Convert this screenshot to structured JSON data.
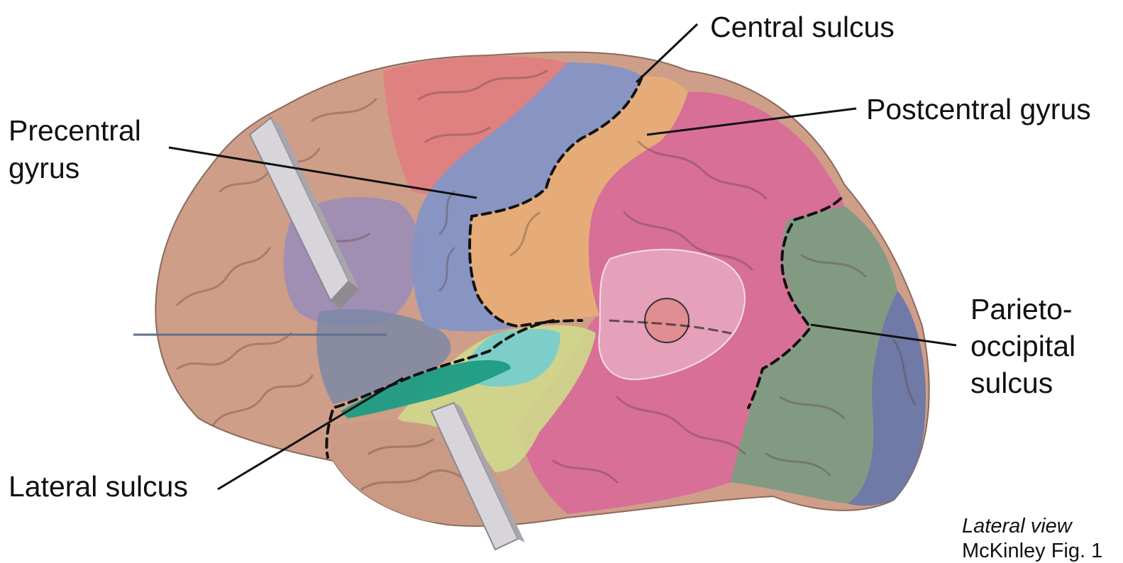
{
  "labels": {
    "central_sulcus": "Central sulcus",
    "postcentral_gyrus": "Postcentral gyrus",
    "precentral_gyrus": [
      "Precentral",
      "gyrus"
    ],
    "parieto_occipital_sulcus": [
      "Parieto-",
      "occipital",
      "sulcus"
    ],
    "lateral_sulcus": "Lateral sulcus"
  },
  "caption": {
    "view": "Lateral view",
    "source": "McKinley Fig. 1"
  },
  "colors": {
    "frontal": "#cf9e88",
    "prefrontal_red": "#e07d80",
    "premotor_purple": "#9a8cb8",
    "precentral_blue": "#8495c6",
    "postcentral_orange": "#e6ad78",
    "parietal_pink": "#d96b97",
    "occipital_green": "#7e9a82",
    "occipital_blue": "#6a78a8",
    "temporal_yellow": "#cfd88c",
    "insula_teal": "#1d9c84",
    "auditory_cyan": "#6fcdd3",
    "temporal_tan": "#c99a84",
    "retractor": "#c9c6cc",
    "outline": "#222222"
  },
  "icons": [
    "retractor-upper",
    "retractor-lower"
  ]
}
